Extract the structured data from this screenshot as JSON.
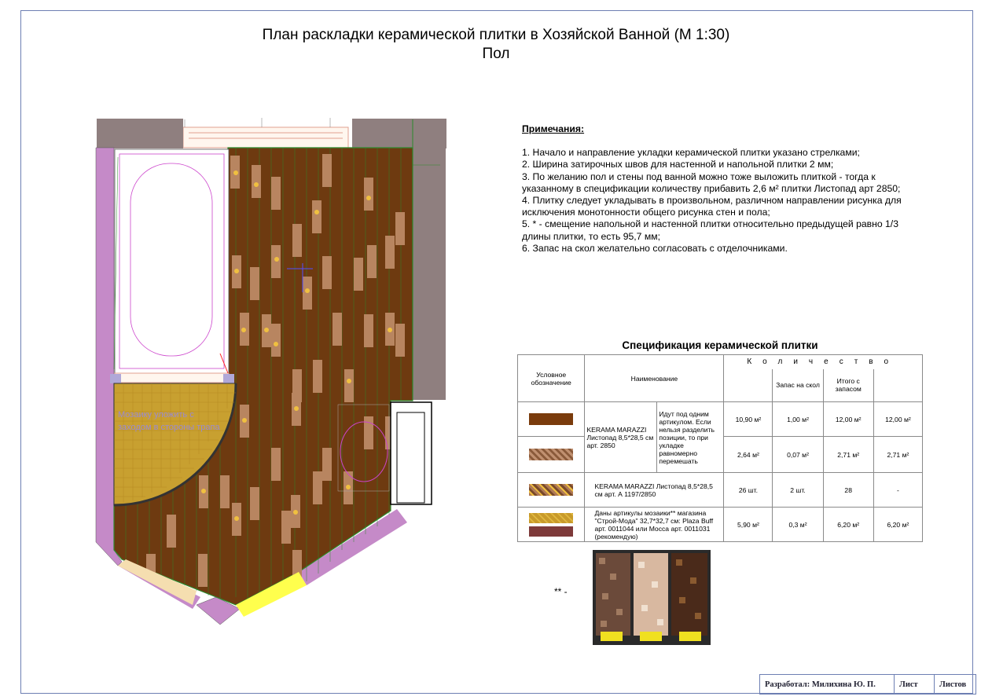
{
  "title": {
    "line1": "План раскладки керамической плитки в Хозяйской Ванной  (М 1:30)",
    "line2": "Пол"
  },
  "plan": {
    "mosaic_label": "Мозаику уложить с заходом в стороны трапа"
  },
  "notes": {
    "heading": "Примечания:",
    "items": [
      "1. Начало и направление укладки керамической плитки указано стрелками;",
      "2. Ширина затирочных швов для настенной и напольной плитки 2 мм;",
      "3. По желанию пол и стены под ванной можно тоже выложить плиткой - тогда к указанному в спецификации количеству прибавить 2,6 м² плитки Листопад арт 2850;",
      "4. Плитку следует укладывать в произвольном, различном направлении рисунка для исключения монотонности общего рисунка стен и пола;",
      "5. * - смещение напольной и настенной плитки относительно предыдущей равно 1/3 длины плитки, то есть 95,7 мм;",
      "6. Запас на скол желательно согласовать с отделочниками."
    ]
  },
  "spec": {
    "title": "Спецификация керамической плитки",
    "headers": {
      "symbol": "Условное обозначение",
      "name": "Наименование",
      "quantity": "Количество",
      "reserve": "Запас на скол",
      "total": "Итого с запасом"
    },
    "rows": [
      {
        "name": "KERAMA MARAZZI Листопад 8,5*28,5 см арт. 2850",
        "note": "Идут под одним артикулом. Если нельзя разделить позиции, то при укладке равномерно перемешать",
        "qty": "10,90 м²",
        "reserve": "1,00 м²",
        "total": "12,00 м²",
        "final": "12,00 м²",
        "color": "#7a3b0c"
      },
      {
        "name": "",
        "note": "",
        "qty": "2,64 м²",
        "reserve": "0,07 м²",
        "total": "2,71 м²",
        "final": "2,71 м²",
        "color": "#b07a55"
      },
      {
        "name": "KERAMA MARAZZI Листопад 8,5*28,5 см арт. А 1197/2850",
        "note": "",
        "qty": "26 шт.",
        "reserve": "2 шт.",
        "total": "28",
        "final": "-",
        "color": "#8a5a35"
      },
      {
        "name": "Даны артикулы мозаики** магазина \"Строй-Мода\" 32,7*32,7 см: Plaza Buff арт. 0011044 или Mocca       арт. 0011031 (рекомендую)",
        "note": "",
        "qty": "5,90 м²",
        "reserve": "0,3 м²",
        "total": "6,20 м²",
        "final": "6,20 м²",
        "color": "#c89a2a",
        "color2": "#7e3a3a"
      }
    ]
  },
  "stars": "** -",
  "stamp": {
    "developer_label": "Разработал:",
    "developer": "Милихина Ю. П.",
    "sheet": "Лист",
    "sheets": "Листов"
  },
  "colors": {
    "floor_tile": "#6e3a10",
    "grout": "#2e8b2e",
    "wall": "#c58ac8",
    "mosaic": "#c8a030",
    "door": "#ffff4d",
    "frame": "#6d7fb3"
  }
}
